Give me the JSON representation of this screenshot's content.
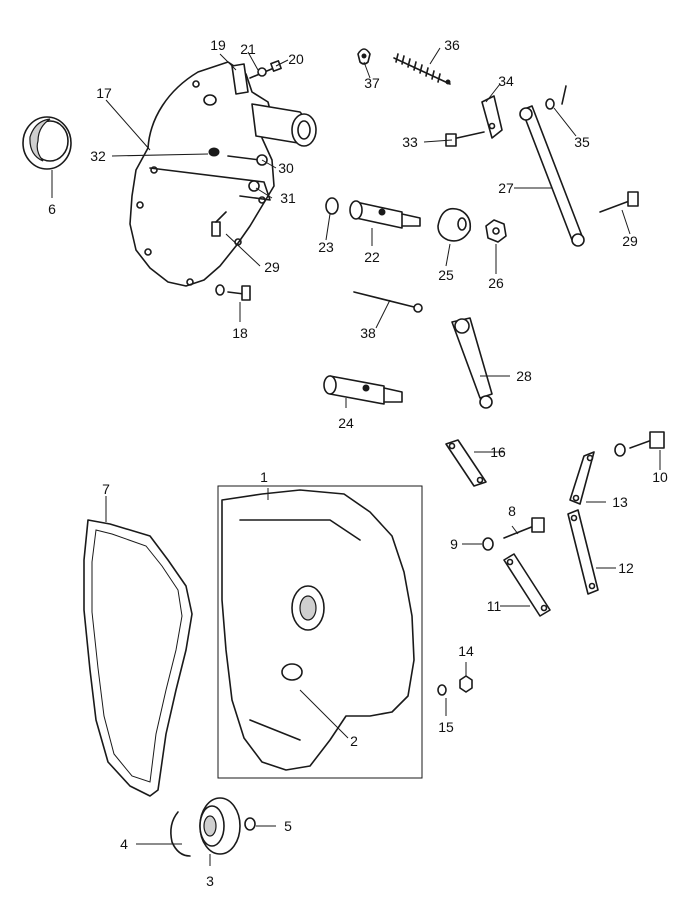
{
  "callouts": [
    {
      "id": "c1",
      "label": "1"
    },
    {
      "id": "c2",
      "label": "2"
    },
    {
      "id": "c3",
      "label": "3"
    },
    {
      "id": "c4",
      "label": "4"
    },
    {
      "id": "c5",
      "label": "5"
    },
    {
      "id": "c6",
      "label": "6"
    },
    {
      "id": "c7",
      "label": "7"
    },
    {
      "id": "c8",
      "label": "8"
    },
    {
      "id": "c9",
      "label": "9"
    },
    {
      "id": "c10",
      "label": "10"
    },
    {
      "id": "c11",
      "label": "11"
    },
    {
      "id": "c12",
      "label": "12"
    },
    {
      "id": "c13",
      "label": "13"
    },
    {
      "id": "c14",
      "label": "14"
    },
    {
      "id": "c15",
      "label": "15"
    },
    {
      "id": "c16",
      "label": "16"
    },
    {
      "id": "c17",
      "label": "17"
    },
    {
      "id": "c18",
      "label": "18"
    },
    {
      "id": "c19",
      "label": "19"
    },
    {
      "id": "c20",
      "label": "20"
    },
    {
      "id": "c21",
      "label": "21"
    },
    {
      "id": "c22",
      "label": "22"
    },
    {
      "id": "c23",
      "label": "23"
    },
    {
      "id": "c24",
      "label": "24"
    },
    {
      "id": "c25",
      "label": "25"
    },
    {
      "id": "c26",
      "label": "26"
    },
    {
      "id": "c27",
      "label": "27"
    },
    {
      "id": "c28",
      "label": "28"
    },
    {
      "id": "c29a",
      "label": "29"
    },
    {
      "id": "c29b",
      "label": "29"
    },
    {
      "id": "c30",
      "label": "30"
    },
    {
      "id": "c31",
      "label": "31"
    },
    {
      "id": "c32",
      "label": "32"
    },
    {
      "id": "c33",
      "label": "33"
    },
    {
      "id": "c34",
      "label": "34"
    },
    {
      "id": "c35",
      "label": "35"
    },
    {
      "id": "c36",
      "label": "36"
    },
    {
      "id": "c37",
      "label": "37"
    },
    {
      "id": "c38",
      "label": "38"
    }
  ]
}
